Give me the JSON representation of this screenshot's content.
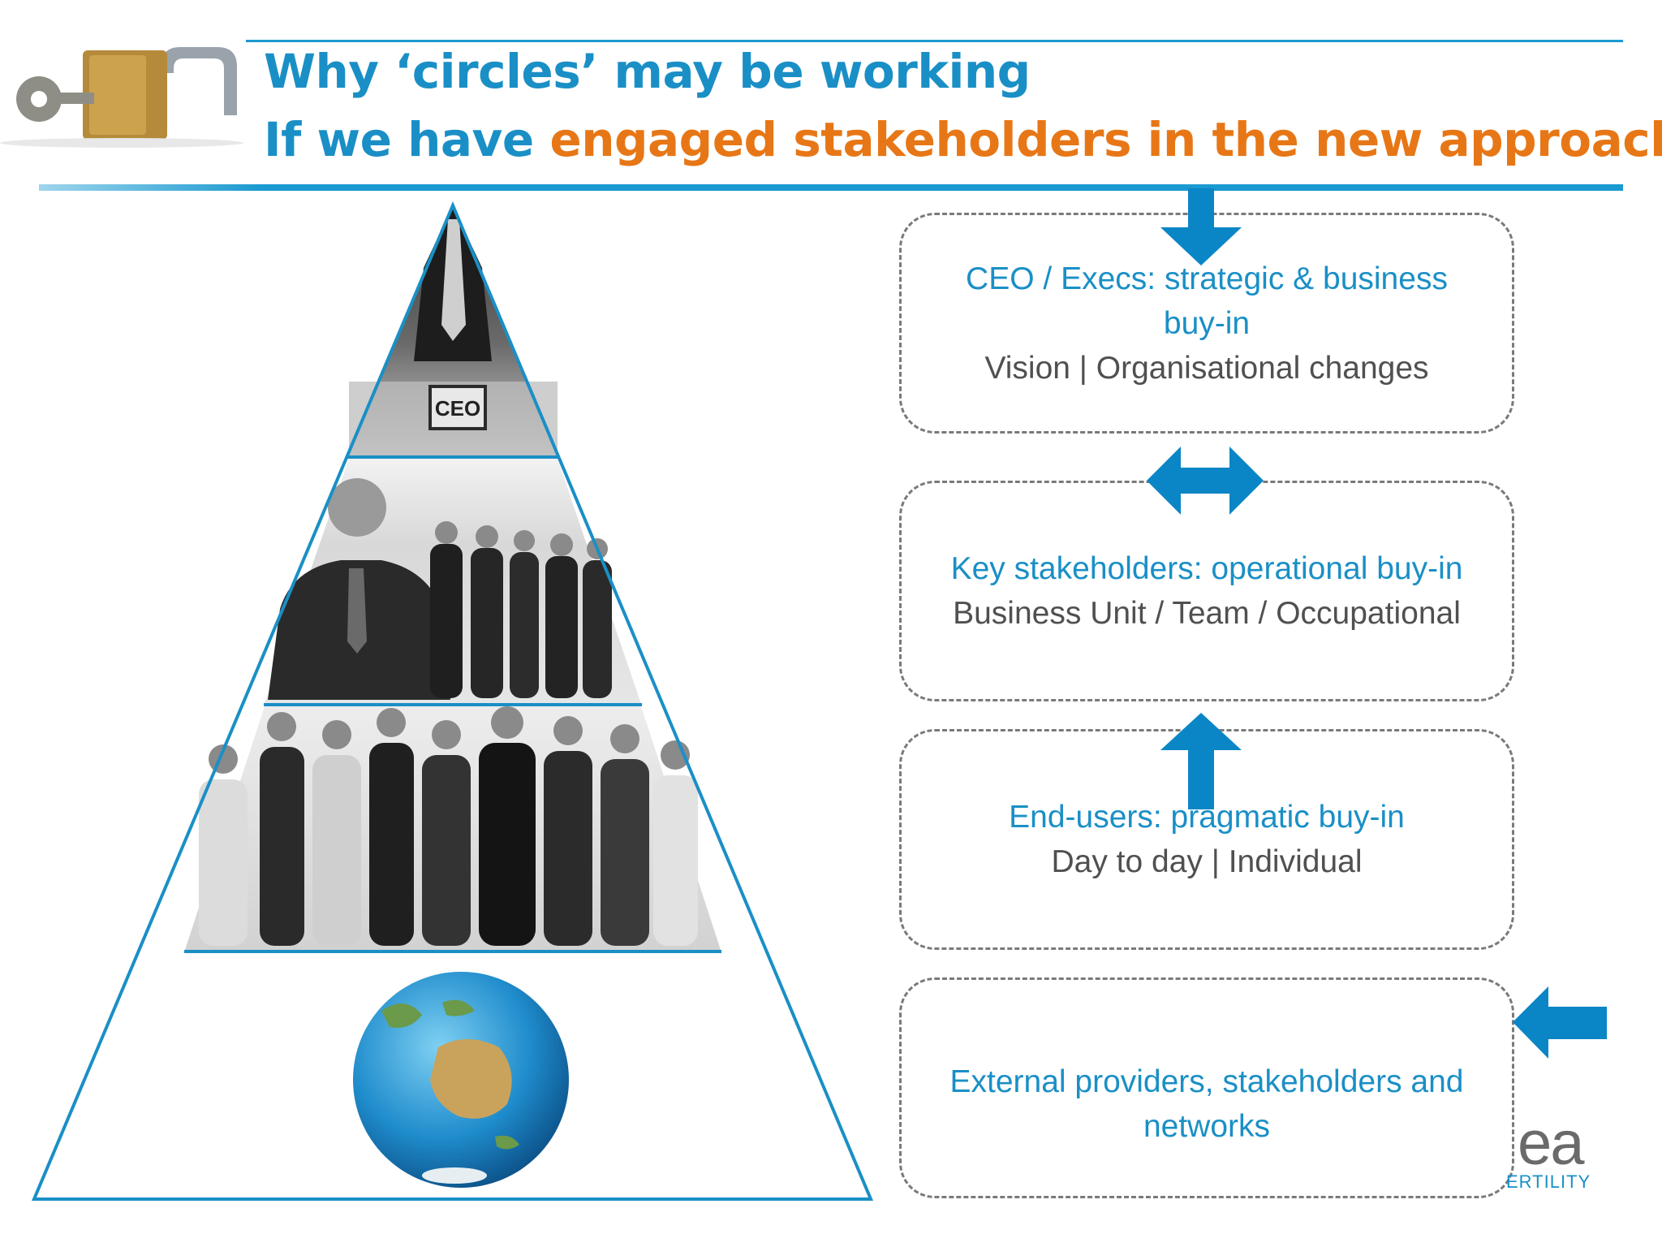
{
  "header": {
    "title_line1": "Why ‘circles’ may be working",
    "title_line2_prefix": "If we have ",
    "title_line2_highlight": "engaged stakeholders in the new approach"
  },
  "pyramid": {
    "apex_sign": "CEO",
    "levels": [
      {
        "icon": "ceo-photo-icon"
      },
      {
        "icon": "business-team-photo-icon"
      },
      {
        "icon": "staff-group-photo-icon"
      },
      {
        "icon": "globe-icon"
      }
    ]
  },
  "boxes": [
    {
      "heading": "CEO / Execs: strategic & business buy-in",
      "sub": "Vision | Organisational changes",
      "arrow": "down-arrow-icon"
    },
    {
      "heading": "Key stakeholders: operational buy-in",
      "sub": "Business Unit / Team / Occupational",
      "arrow": "left-right-arrow-icon"
    },
    {
      "heading": "End-users: pragmatic buy-in",
      "sub": "Day to day | Individual",
      "arrow": "up-arrow-icon"
    },
    {
      "heading": "External providers,  stakeholders and networks",
      "sub": "",
      "arrow": "left-arrow-icon"
    }
  ],
  "logo": {
    "text": "ea",
    "sub": "ERTILITY"
  },
  "colors": {
    "accent_blue": "#1a8fc6",
    "accent_orange": "#e77716",
    "arrow_blue": "#0a86c6"
  }
}
